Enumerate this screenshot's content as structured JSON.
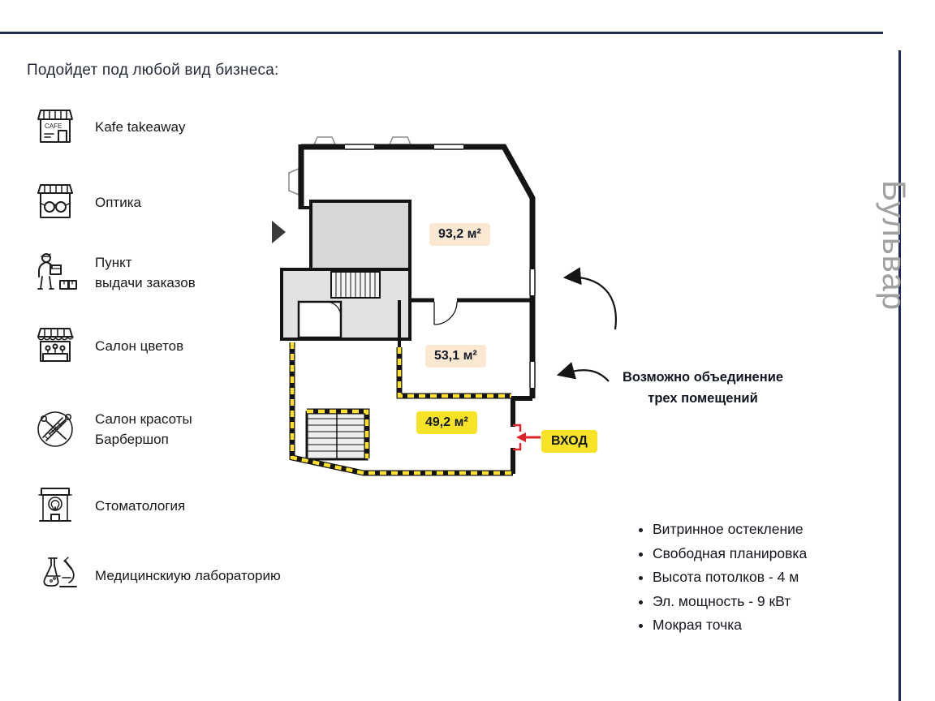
{
  "title": "Подойдет под любой вид бизнеса:",
  "business_list": [
    {
      "icon": "cafe-storefront-icon",
      "label": "Kafe takeaway"
    },
    {
      "icon": "optics-storefront-icon",
      "label": "Оптика"
    },
    {
      "icon": "courier-icon",
      "label": "Пункт",
      "label2": "выдачи заказов"
    },
    {
      "icon": "flower-shop-icon",
      "label": "Салон цветов"
    },
    {
      "icon": "barbershop-icon",
      "label": "Салон красоты",
      "label2": "Барбершоп"
    },
    {
      "icon": "dental-clinic-icon",
      "label": "Стоматология"
    },
    {
      "icon": "medical-lab-icon",
      "label": "Медицинскиую лабораторию"
    }
  ],
  "floor_plan": {
    "rooms": [
      {
        "area_label": "93,2 м²",
        "highlight": "#fbe8d3"
      },
      {
        "area_label": "53,1 м²",
        "highlight": "#fbe8d3"
      },
      {
        "area_label": "49,2 м²",
        "highlight": "#f6e327"
      }
    ],
    "entrance_label": "ВХОД",
    "note_line1": "Возможно объединение",
    "note_line2": "трех помещений"
  },
  "features": [
    "Витринное остекление",
    "Свободная планировка",
    "Высота потолков - 4 м",
    "Эл. мощность - 9 кВт",
    "Мокрая точка"
  ],
  "side_watermark": "Бульвар",
  "colors": {
    "accent_yellow": "#f6e327",
    "label_beige": "#fbe8d3",
    "border_navy": "#1e2c4f",
    "entrance_red": "#d9252a",
    "wall_black": "#141414"
  }
}
